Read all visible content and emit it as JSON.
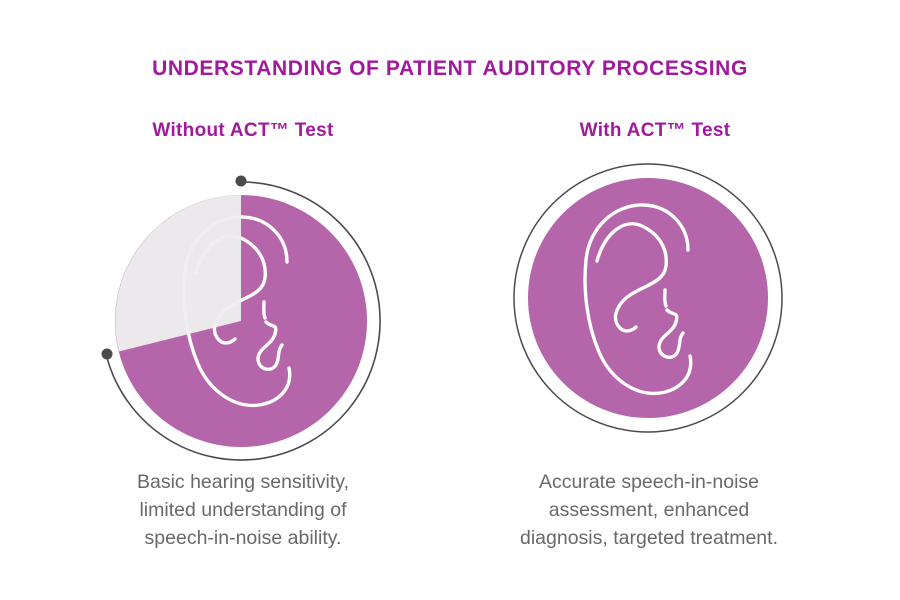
{
  "title": "UNDERSTANDING OF PATIENT AUDITORY PROCESSING",
  "colors": {
    "accent": "#a21a9c",
    "purple": "#b565a9",
    "wedge": "#eeeeef",
    "arc": "#4b4b4e",
    "ear": "#fdfdfe",
    "body": "#69696b",
    "bg": "#ffffff"
  },
  "columns": [
    {
      "id": "without-act",
      "heading": "Without ACT™ Test",
      "icon": "ear-in-partial-circle-icon",
      "lines": [
        "Basic hearing sensitivity,",
        "limited understanding of",
        "speech-in-noise ability."
      ]
    },
    {
      "id": "with-act",
      "heading": "With ACT™ Test",
      "icon": "ear-in-full-circle-icon",
      "lines": [
        "Accurate speech-in-noise",
        "assessment, enhanced",
        "diagnosis, targeted treatment."
      ]
    }
  ]
}
